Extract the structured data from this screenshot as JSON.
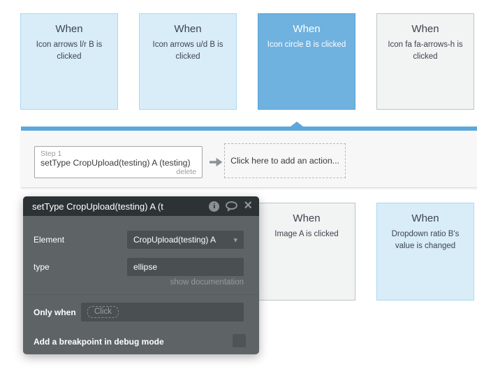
{
  "workflow_events": {
    "row1": [
      {
        "title": "When",
        "description": "Icon arrows l/r B is clicked",
        "variant": "lightblue"
      },
      {
        "title": "When",
        "description": "Icon arrows u/d B is clicked",
        "variant": "lightblue"
      },
      {
        "title": "When",
        "description": "Icon circle B is clicked",
        "variant": "selected"
      },
      {
        "title": "When",
        "description": "Icon fa fa-arrows-h is clicked",
        "variant": "gray"
      }
    ],
    "row2": [
      {
        "title": "When",
        "description": "Image A is clicked",
        "variant": "gray"
      },
      {
        "title": "When",
        "description": "Dropdown ratio B's value is changed",
        "variant": "lightblue"
      }
    ]
  },
  "action_strip": {
    "step": {
      "label": "Step 1",
      "action": "setType CropUpload(testing) A (testing)",
      "delete_label": "delete"
    },
    "add_action_label": "Click here to add an action..."
  },
  "popup": {
    "title": "setType CropUpload(testing) A (t",
    "element": {
      "label": "Element",
      "value": "CropUpload(testing) A",
      "caret": "▾"
    },
    "type": {
      "label": "type",
      "value": "ellipse"
    },
    "docs_link": "show documentation",
    "only_when": {
      "label": "Only when",
      "placeholder": "Click"
    },
    "breakpoint": {
      "label": "Add a breakpoint in debug mode"
    },
    "icons": {
      "info": "i",
      "close": "×"
    }
  },
  "colors": {
    "accent_blue": "#5ca8dc",
    "selected_card": "#6fb1df",
    "lightblue_card": "#d9edf9",
    "gray_card": "#f2f3f3",
    "popup_header": "#2d3335",
    "popup_body": "#5e6466",
    "popup_field": "#4a5052",
    "panel_bg": "#f7f7f7"
  }
}
